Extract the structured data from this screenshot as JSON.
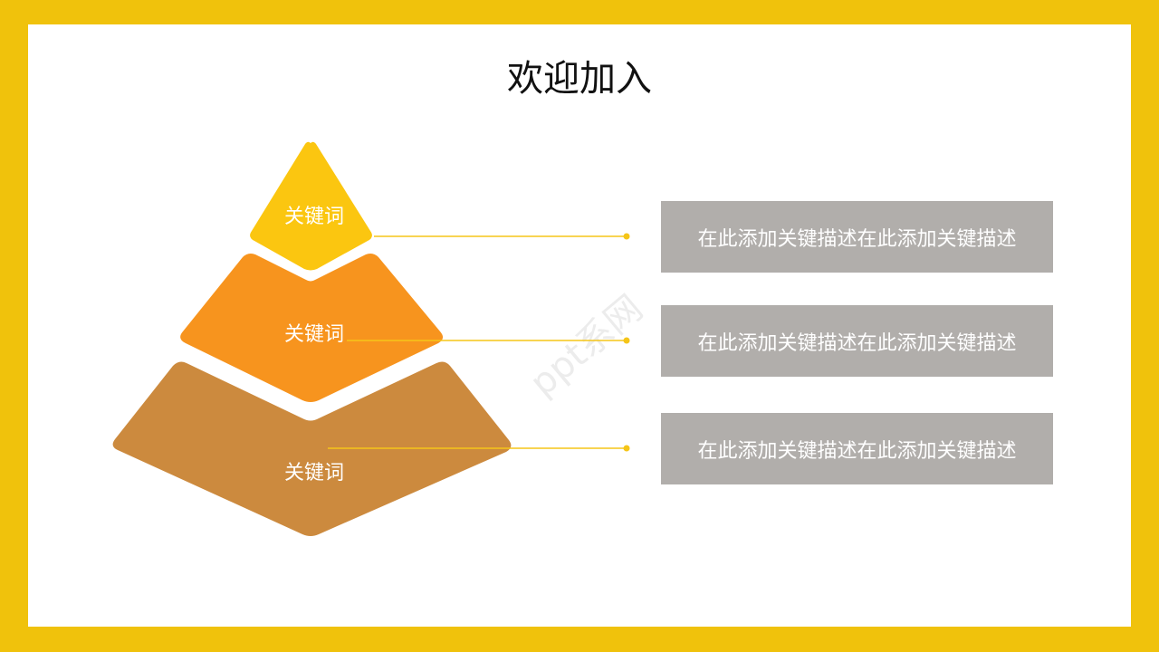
{
  "title": "欢迎加入",
  "layers": [
    {
      "keyword": "关键词",
      "description": "在此添加关键描述在此添加关键描述",
      "color": "#fbc610"
    },
    {
      "keyword": "关键词",
      "description": "在此添加关键描述在此添加关键描述",
      "color": "#f7941e"
    },
    {
      "keyword": "关键词",
      "description": "在此添加关键描述在此添加关键描述",
      "color": "#cc8a3e"
    }
  ],
  "connector_color": "#f5c518",
  "frame_color": "#f0c20c",
  "box_color": "#b1aeab",
  "watermark": "ppt系网"
}
